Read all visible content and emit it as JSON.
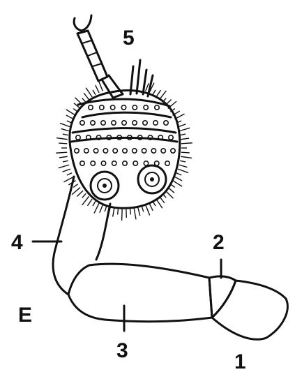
{
  "figure": {
    "labels": {
      "coxa": "1",
      "trochanter": "2",
      "femur": "3",
      "tibia": "4",
      "tarsus": "5",
      "letter": "E"
    }
  }
}
